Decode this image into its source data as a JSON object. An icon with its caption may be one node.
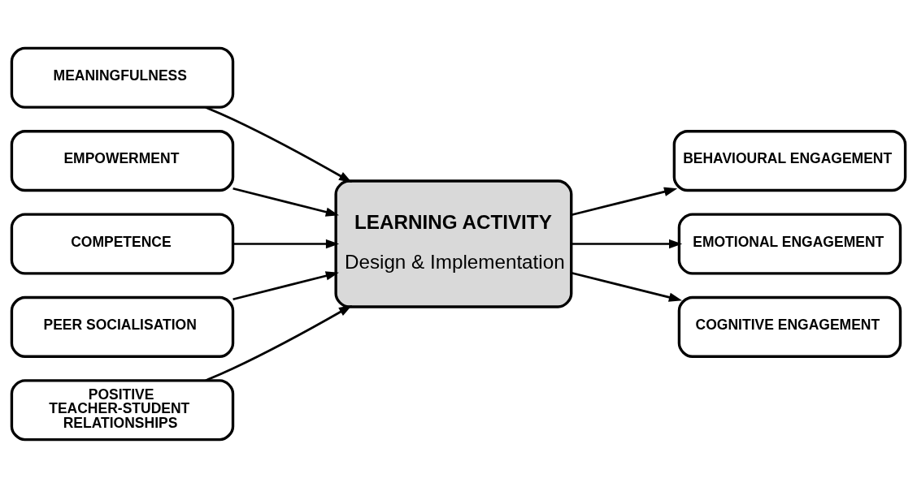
{
  "diagram": {
    "nodes": [
      {
        "text": [
          "MEANINGFULNESS"
        ]
      },
      {
        "text": [
          "EMPOWERMENT"
        ]
      },
      {
        "text": [
          "COMPETENCE"
        ]
      },
      {
        "text": [
          "PEER SOCIALISATION"
        ]
      },
      {
        "text": [
          "POSITIVE TEACHER-STUDENT RELATIONSHIPS"
        ]
      },
      {
        "text": [
          "LEARNING ACTIVITY",
          "Design & Implementation"
        ]
      },
      {
        "text": [
          "BEHAVIOURAL ENGAGEMENT"
        ]
      },
      {
        "text": [
          "EMOTIONAL ENGAGEMENT"
        ]
      },
      {
        "text": [
          "COGNITIVE ENGAGEMENT"
        ]
      }
    ],
    "edges": [
      {
        "from": 0,
        "to": 5,
        "arrow": "to"
      },
      {
        "from": 1,
        "to": 5,
        "arrow": "to"
      },
      {
        "from": 2,
        "to": 5,
        "arrow": "to"
      },
      {
        "from": 3,
        "to": 5,
        "arrow": "to"
      },
      {
        "from": 4,
        "to": 5,
        "arrow": "to"
      },
      {
        "from": 5,
        "to": 6,
        "arrow": "to"
      },
      {
        "from": 5,
        "to": 7,
        "arrow": "to"
      },
      {
        "from": 5,
        "to": 8,
        "arrow": "to"
      }
    ]
  }
}
